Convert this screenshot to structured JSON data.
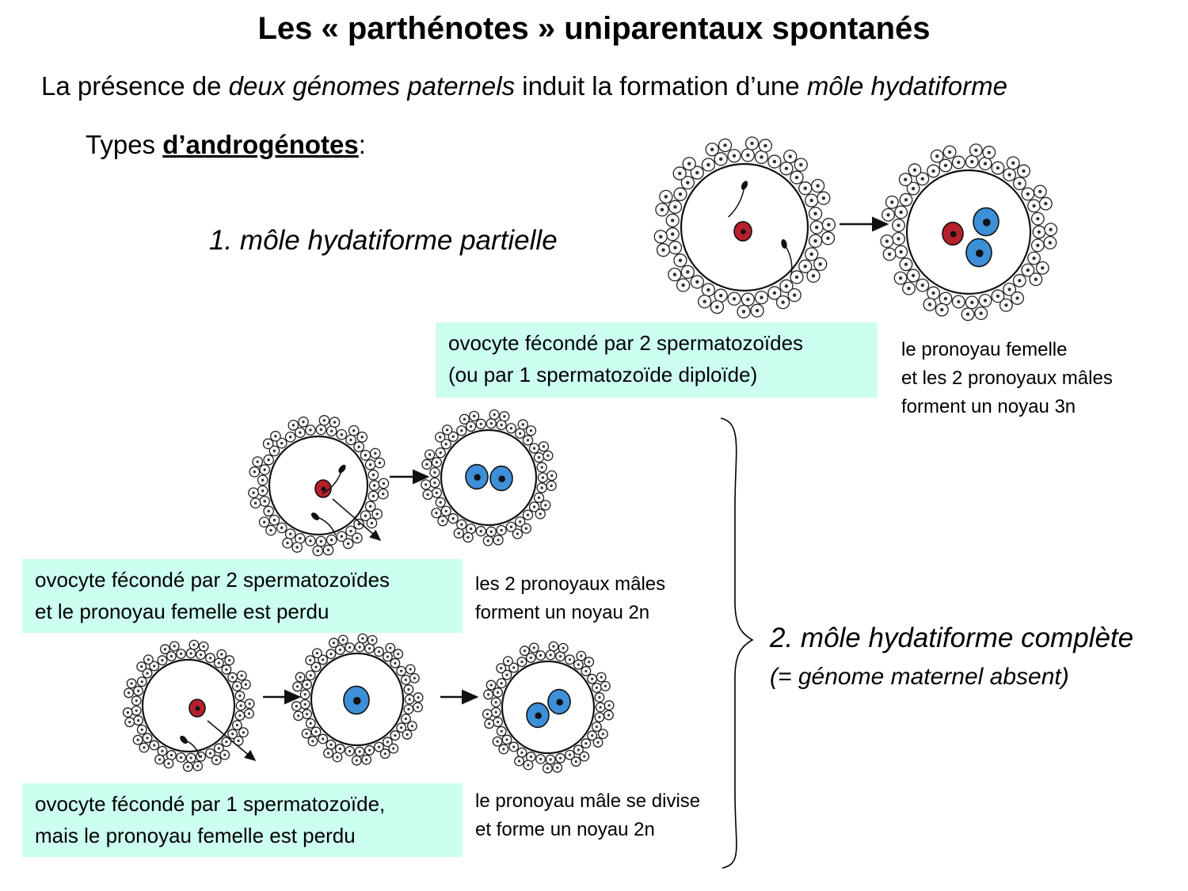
{
  "title": "Les « parthénotes » uniparentaux spontanés",
  "subtitle": {
    "part1": "La présence de ",
    "em1": "deux génomes paternels",
    "part2": " induit la formation d’une ",
    "em2": "môle hydatiforme"
  },
  "types": {
    "prefix": "Types ",
    "term": "d’androgénotes",
    "suffix": ":"
  },
  "partial": {
    "label": "1. môle hydatiforme partielle",
    "box_line1": "ovocyte fécondé par 2 spermatozoïdes",
    "box_line2": "(ou par 1 spermatozoïde diploïde)",
    "note_line1": "le pronoyau femelle",
    "note_line2": "et les 2 pronoyaux mâles",
    "note_line3": "forment un noyau 3n"
  },
  "complete": {
    "label": "2. môle hydatiforme complète",
    "sublabel": "(= génome maternel absent)",
    "case_a": {
      "box_line1": "ovocyte fécondé par 2 spermatozoïdes",
      "box_line2": "et le pronoyau femelle est perdu",
      "note_line1": "les 2 pronoyaux mâles",
      "note_line2": "forment un noyau 2n"
    },
    "case_b": {
      "box_line1": "ovocyte fécondé par 1 spermatozoïde,",
      "box_line2": "mais le pronoyau femelle est perdu",
      "note_line1": "le pronoyau mâle se divise",
      "note_line2": "et forme un noyau 2n"
    }
  },
  "colors": {
    "label_box": "#ccfff0",
    "female_pronucleus": "#b5202c",
    "male_pronucleus": "#3d8fd8"
  }
}
